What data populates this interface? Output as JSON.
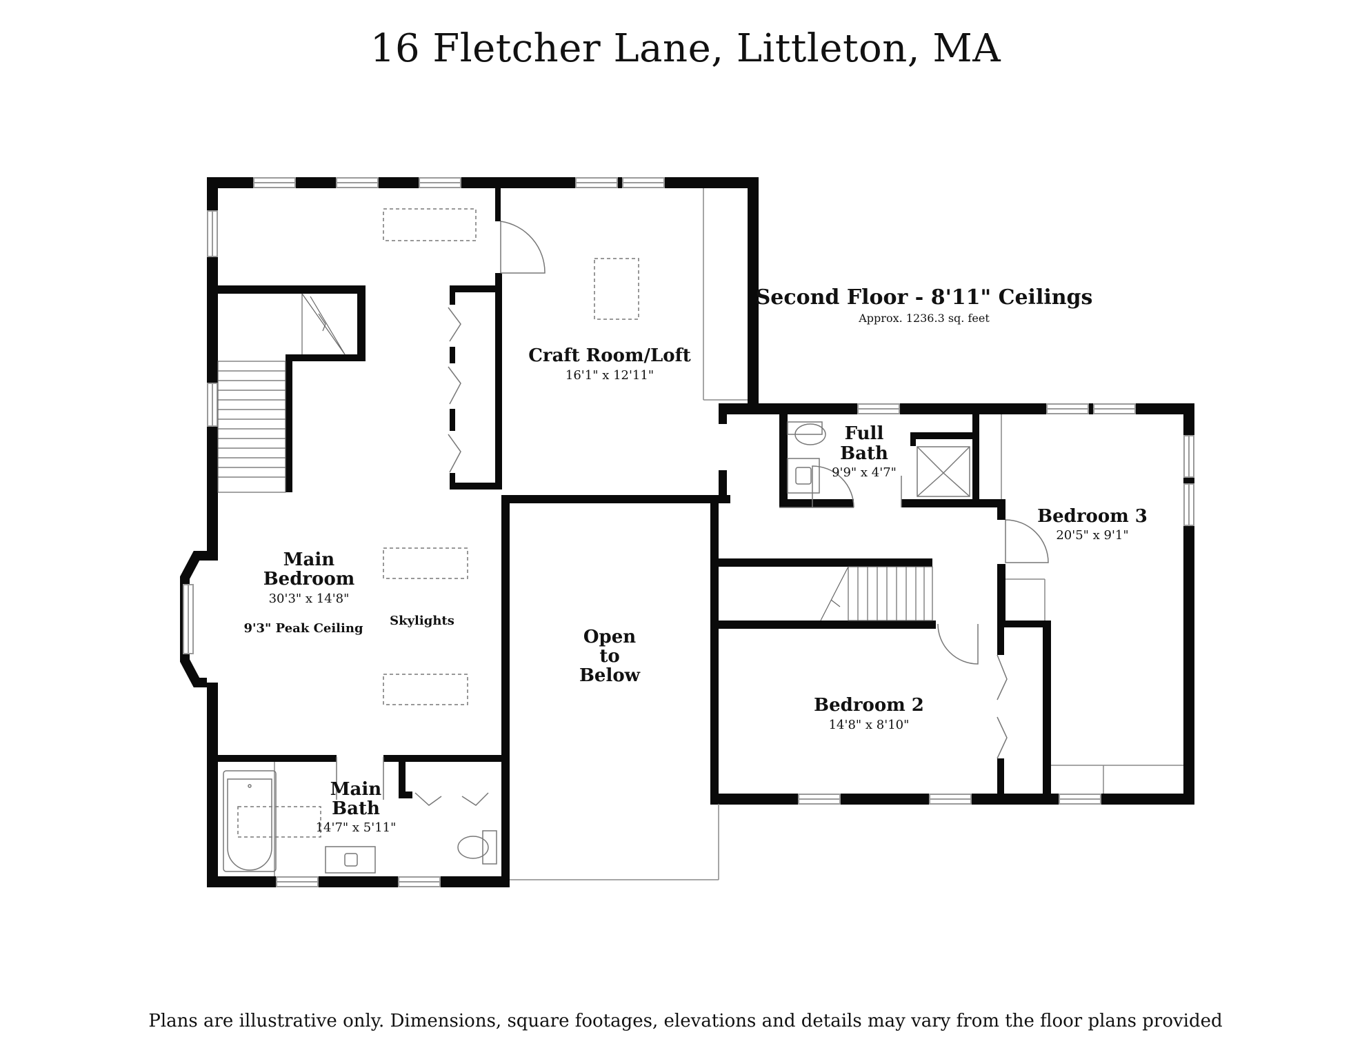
{
  "title": "16 Fletcher Lane, Littleton, MA",
  "floor": {
    "heading": "Second Floor - 8'11\" Ceilings",
    "area": "Approx. 1236.3 sq. feet"
  },
  "rooms": {
    "main_bedroom": {
      "name_line1": "Main",
      "name_line2": "Bedroom",
      "dims": "30'3\" x 14'8\"",
      "ceiling": "9'3\" Peak Ceiling",
      "feature": "Skylights"
    },
    "craft_room": {
      "name": "Craft Room/Loft",
      "dims": "16'1\" x 12'11\""
    },
    "open_below": {
      "line1": "Open",
      "line2": "to",
      "line3": "Below"
    },
    "full_bath": {
      "name_line1": "Full",
      "name_line2": "Bath",
      "dims": "9'9\" x 4'7\""
    },
    "bedroom3": {
      "name": "Bedroom 3",
      "dims": "20'5\" x 9'1\""
    },
    "bedroom2": {
      "name": "Bedroom 2",
      "dims": "14'8\" x 8'10\""
    },
    "main_bath": {
      "name_line1": "Main",
      "name_line2": "Bath",
      "dims": "14'7\" x 5'11\""
    }
  },
  "colors": {
    "wall": "#0a0a0a",
    "window": "#9a9a9a",
    "fixture": "#777777"
  },
  "footer": "Plans are illustrative only. Dimensions, square footages, elevations and details may vary from the floor plans provided"
}
